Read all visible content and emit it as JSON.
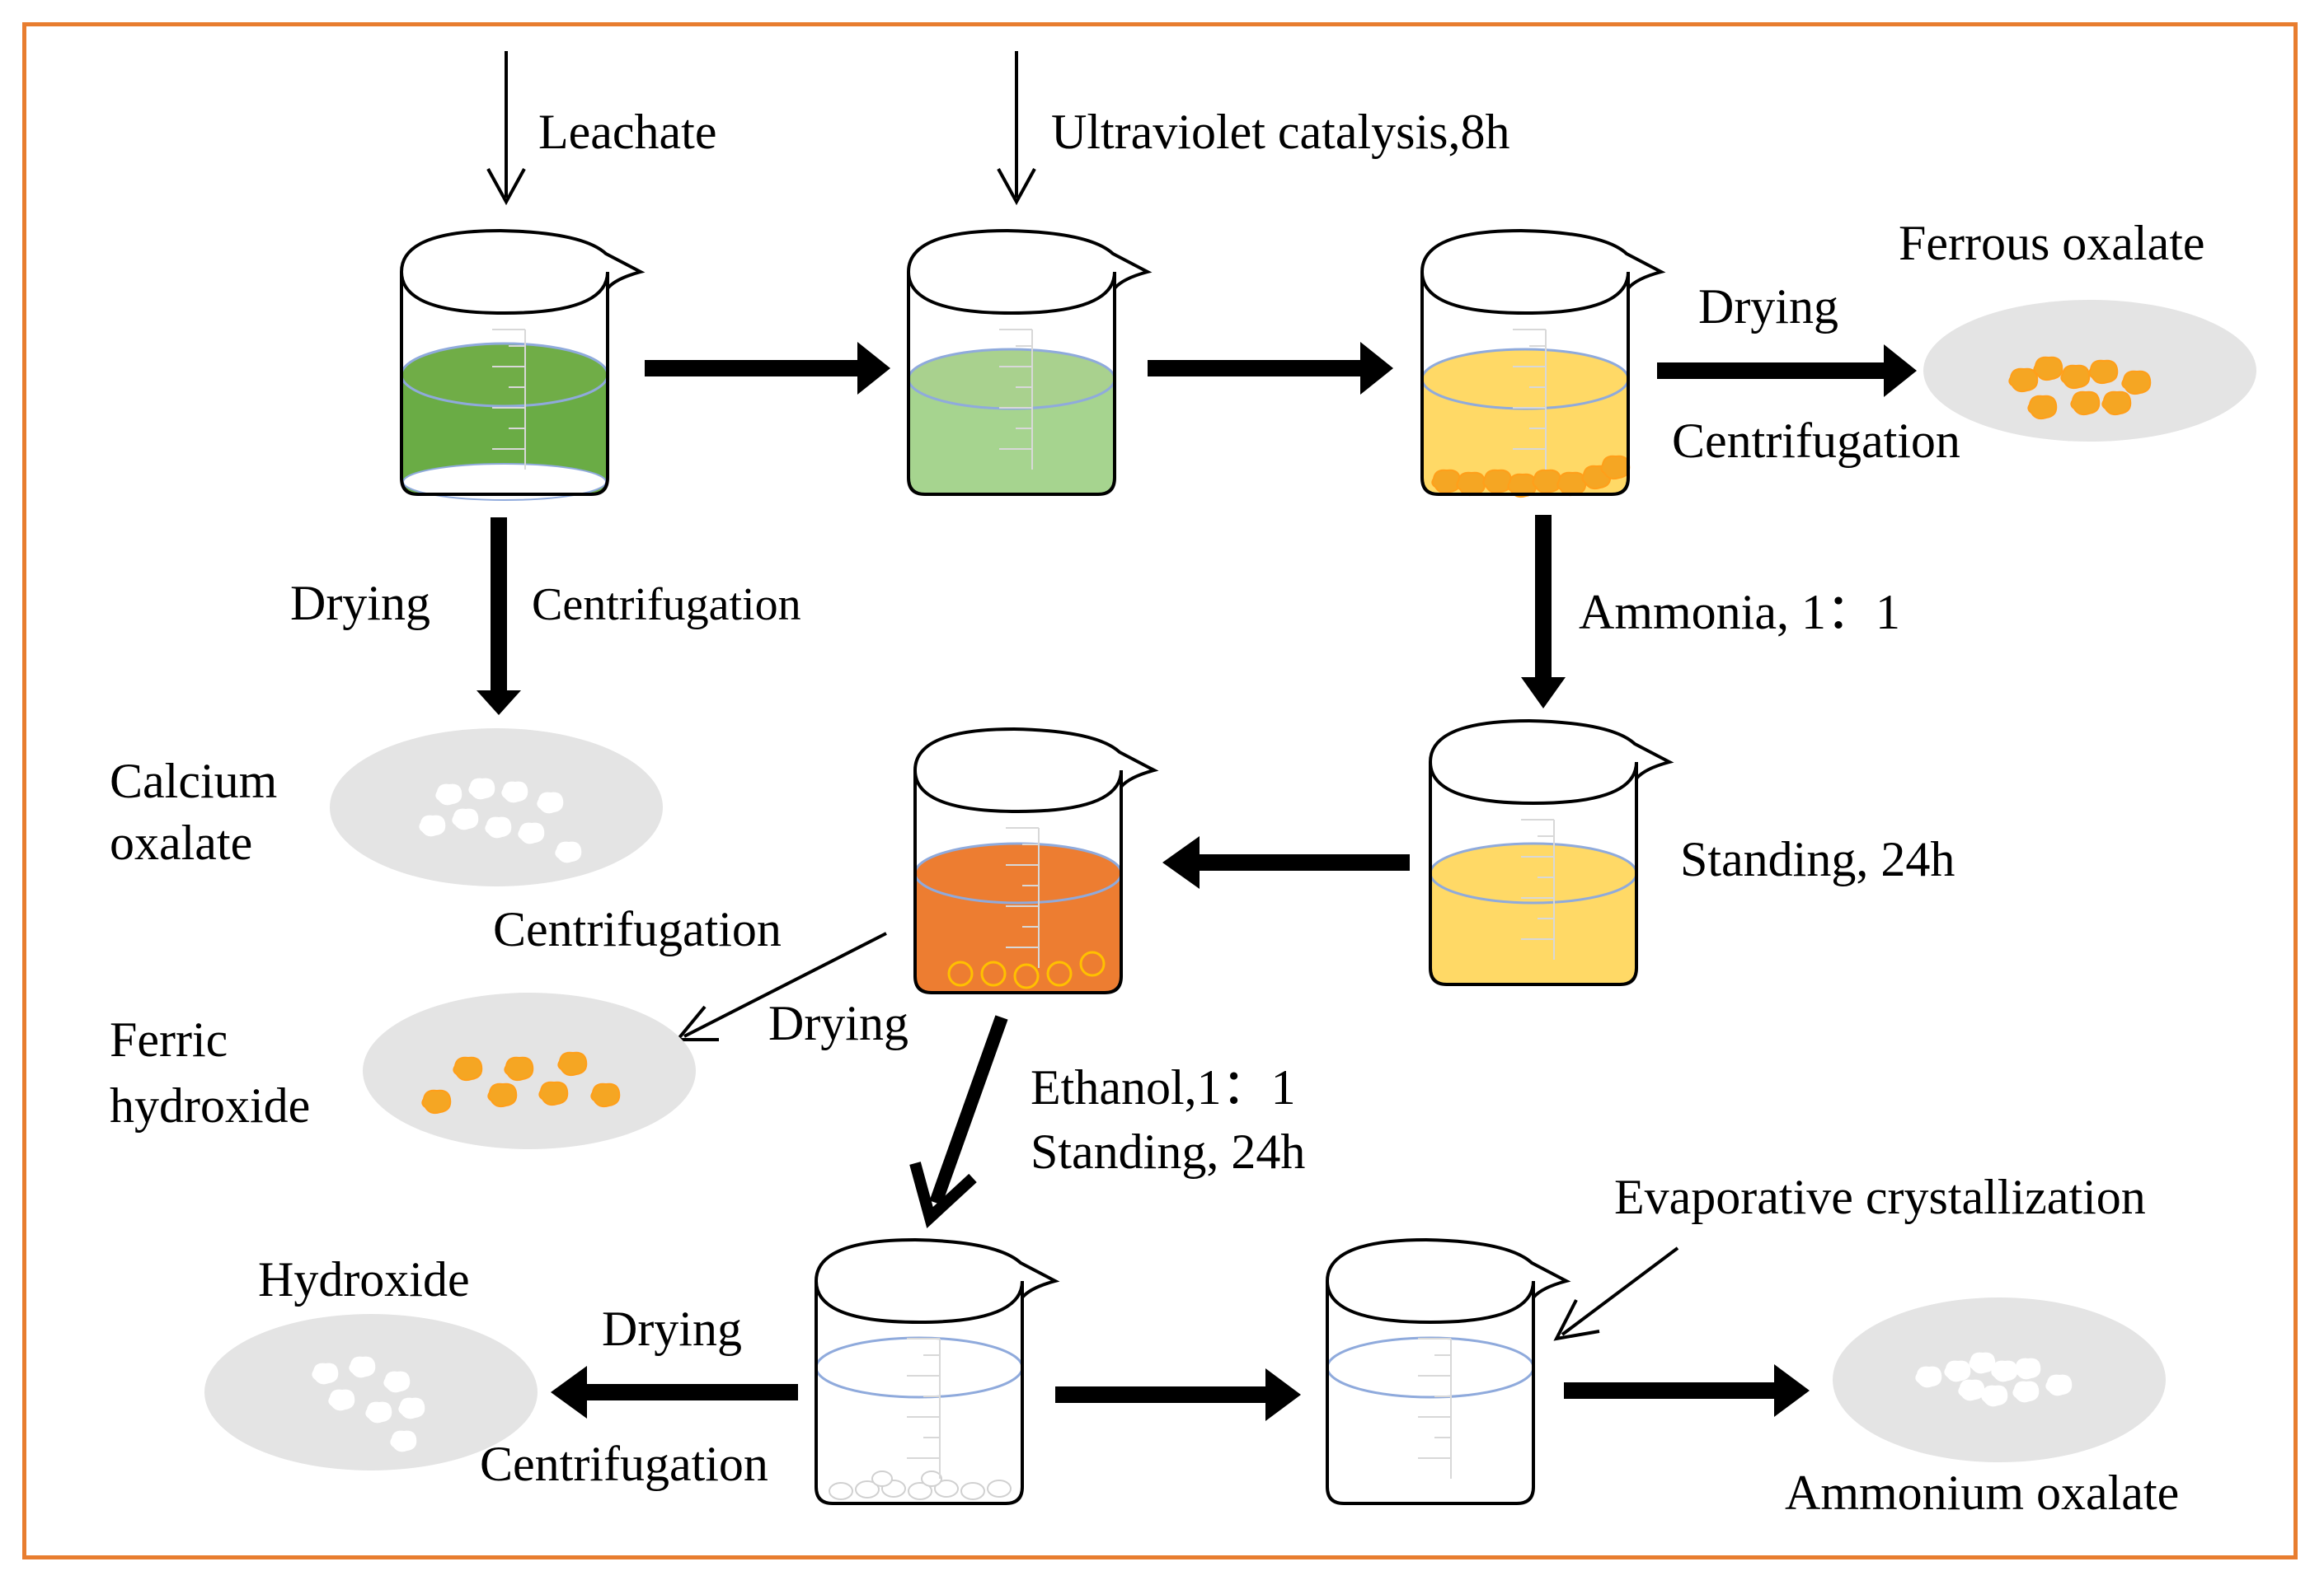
{
  "diagram": {
    "colors": {
      "border": "#e87d2f",
      "dark_green": "#6aac45",
      "light_green": "#a6d48f",
      "yellow": "#ffd966",
      "orange": "#ed7d31",
      "orange_crystal": "#f5a623",
      "water_line": "#8faadc",
      "dish": "#e4e4e4"
    },
    "labels": {
      "leachate": "Leachate",
      "uv_catalysis": "Ultraviolet catalysis,8h",
      "ferrous_oxalate": "Ferrous oxalate",
      "drying_top": "Drying",
      "centrifugation_top": "Centrifugation",
      "drying_left": "Drying",
      "centrifugation_left": "Centrifugation",
      "calcium_1": "Calcium",
      "calcium_2": "oxalate",
      "ammonia": "Ammonia, 1：1",
      "standing_24h": "Standing, 24h",
      "centrifugation_mid": "Centrifugation",
      "drying_mid": "Drying",
      "ferric_1": "Ferric",
      "ferric_2": "hydroxide",
      "ethanol": "Ethanol,1：1",
      "standing_24h_2": "Standing, 24h",
      "hydroxide": "Hydroxide",
      "drying_bottom": "Drying",
      "centrifugation_bottom": "Centrifugation",
      "evaporative": "Evaporative crystallization",
      "ammonium_oxalate": "Ammonium oxalate"
    }
  }
}
